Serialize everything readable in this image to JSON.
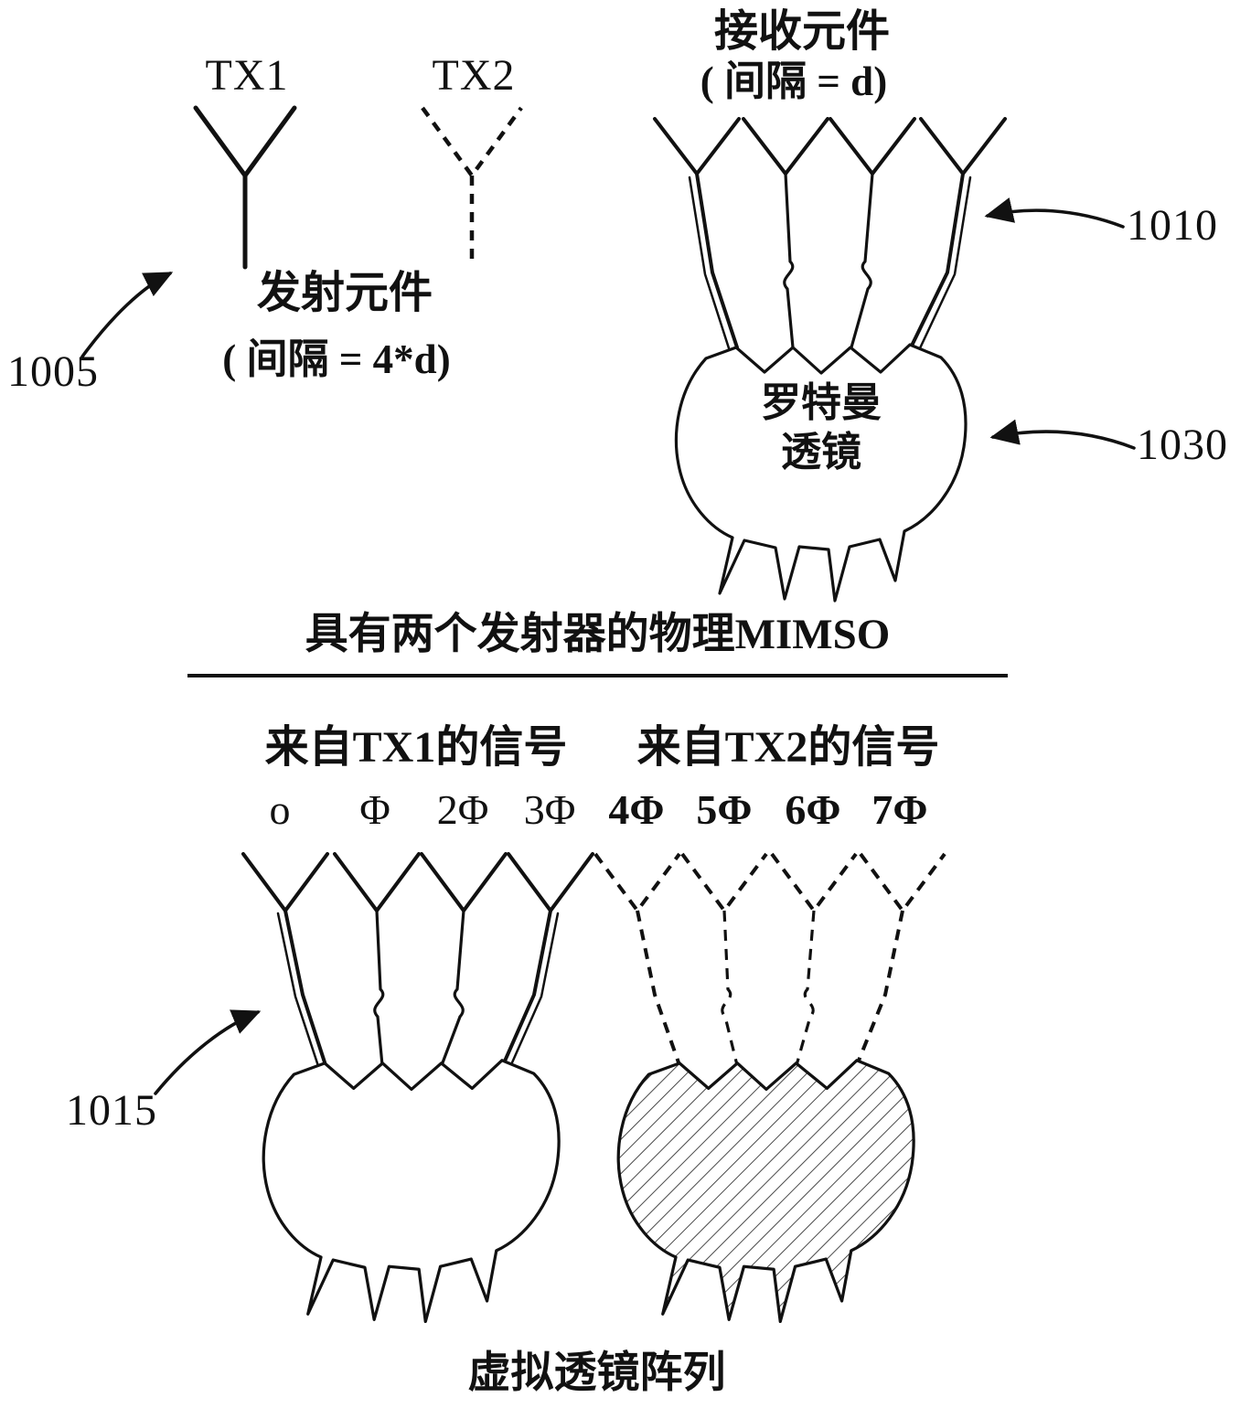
{
  "labels": {
    "tx1": "TX1",
    "tx2": "TX2",
    "transmit_title": "发射元件",
    "transmit_spacing": "( 间隔 = 4*d)",
    "receive_title": "接收元件",
    "receive_spacing": "( 间隔 = d)",
    "lens_line1": "罗特曼",
    "lens_line2": "透镜",
    "section1_title": "具有两个发射器的物理MIMSO",
    "signal_tx1": "来自TX1的信号",
    "signal_tx2": "来自TX2的信号",
    "section2_title": "虚拟透镜阵列"
  },
  "refs": {
    "r1005": "1005",
    "r1010": "1010",
    "r1030": "1030",
    "r1015": "1015"
  },
  "phases": [
    "o",
    "Φ",
    "2Φ",
    "3Φ",
    "4Φ",
    "5Φ",
    "6Φ",
    "7Φ"
  ],
  "colors": {
    "ink": "#111111",
    "background": "#ffffff"
  }
}
